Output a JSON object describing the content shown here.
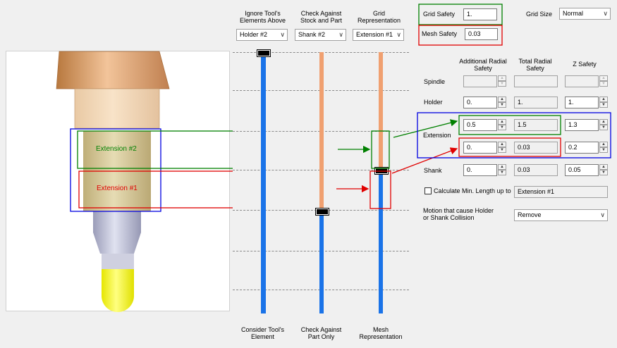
{
  "columns": {
    "ignore_header": "Ignore Tool's\nElements Above",
    "check_header": "Check Against\nStock and Part",
    "grid_header": "Grid\nRepresentation",
    "ignore_value": "Holder #2",
    "check_value": "Shank #2",
    "grid_value": "Extension #1",
    "consider_footer": "Consider Tool's\nElement",
    "part_only_footer": "Check Against\nPart Only",
    "mesh_footer": "Mesh\nRepresentation"
  },
  "tool_labels": {
    "ext2": "Extension #2",
    "ext1": "Extension #1"
  },
  "grid_safety": {
    "label": "Grid Safety",
    "value": "1."
  },
  "mesh_safety": {
    "label": "Mesh Safety",
    "value": "0.03"
  },
  "grid_size": {
    "label": "Grid Size",
    "value": "Normal"
  },
  "table": {
    "headers": {
      "additional": "Additional Radial\nSafety",
      "total": "Total Radial\nSafety",
      "z": "Z Safety"
    },
    "rows": {
      "spindle": {
        "label": "Spindle",
        "add": "",
        "total": "",
        "z": ""
      },
      "holder": {
        "label": "Holder",
        "add": "0.",
        "total": "1.",
        "z": "1."
      },
      "extension": {
        "label": "Extension"
      },
      "ext_a": {
        "add": "0.5",
        "total": "1.5",
        "z": "1.3"
      },
      "ext_b": {
        "add": "0.",
        "total": "0.03",
        "z": "0.2"
      },
      "shank": {
        "label": "Shank",
        "add": "0.",
        "total": "0.03",
        "z": "0.05"
      }
    }
  },
  "calc_min_length": {
    "label": "Calculate Min. Length up to",
    "checked": false,
    "value": "Extension #1"
  },
  "motion": {
    "label": "Motion that cause Holder\nor Shank Collision",
    "value": "Remove"
  },
  "colors": {
    "green": "#008000",
    "red": "#e00000",
    "blue": "#0000e0",
    "bar_blue": "#1a73e8",
    "bar_orange": "#f0a070"
  }
}
